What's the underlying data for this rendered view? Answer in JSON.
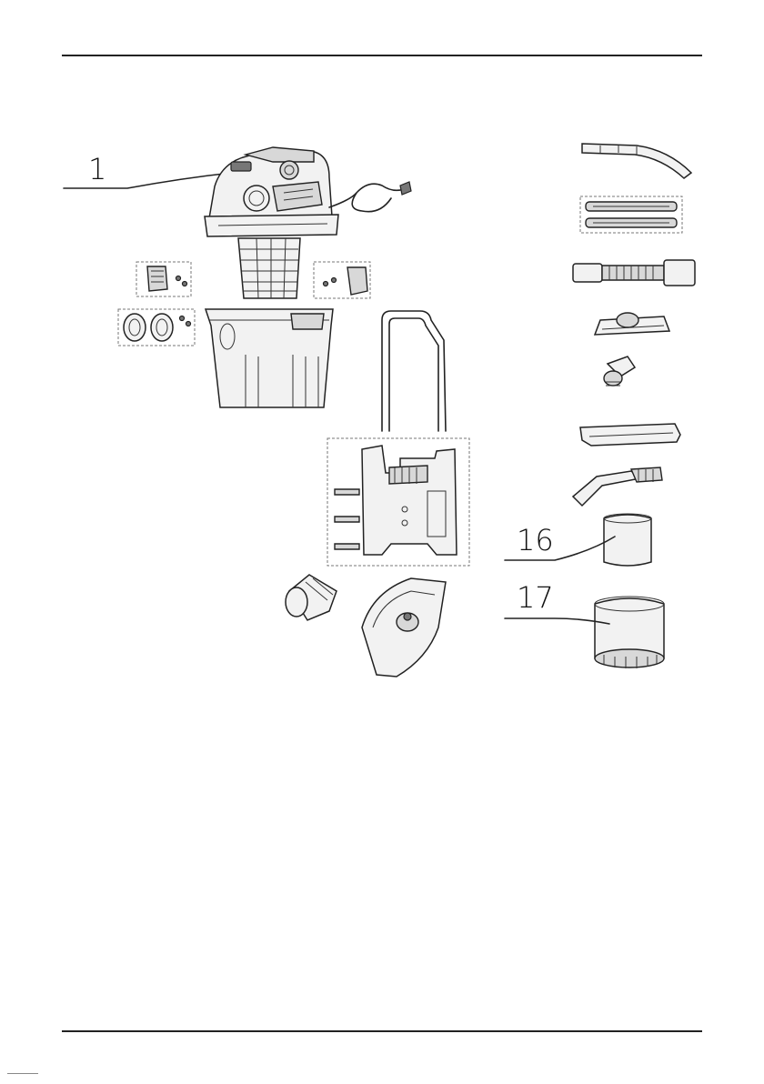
{
  "document": {
    "callouts": {
      "part_1": "1",
      "part_16": "16",
      "part_17": "17"
    }
  }
}
